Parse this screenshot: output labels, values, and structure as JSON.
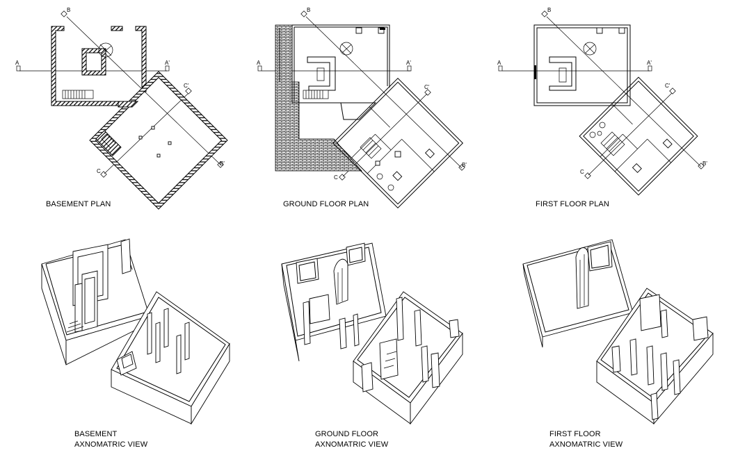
{
  "drawing": {
    "plans": [
      {
        "id": "basement",
        "title": "BASEMENT PLAN"
      },
      {
        "id": "ground",
        "title": "GROUND FLOOR PLAN"
      },
      {
        "id": "first",
        "title": "FIRST FLOOR PLAN"
      }
    ],
    "axonometrics": [
      {
        "id": "basement",
        "line1": "BASEMENT",
        "line2": "AXNOMATRIC VIEW"
      },
      {
        "id": "ground",
        "line1": "GROUND FLOOR",
        "line2": "AXNOMATRIC VIEW"
      },
      {
        "id": "first",
        "line1": "FIRST FLOOR",
        "line2": "AXNOMATRIC VIEW"
      }
    ],
    "section_markers": {
      "a": "A",
      "a_prime": "A'",
      "b": "B",
      "b_prime": "B'",
      "c": "C",
      "c_prime": "C'"
    }
  },
  "colors": {
    "line": "#000000",
    "background": "#ffffff"
  }
}
